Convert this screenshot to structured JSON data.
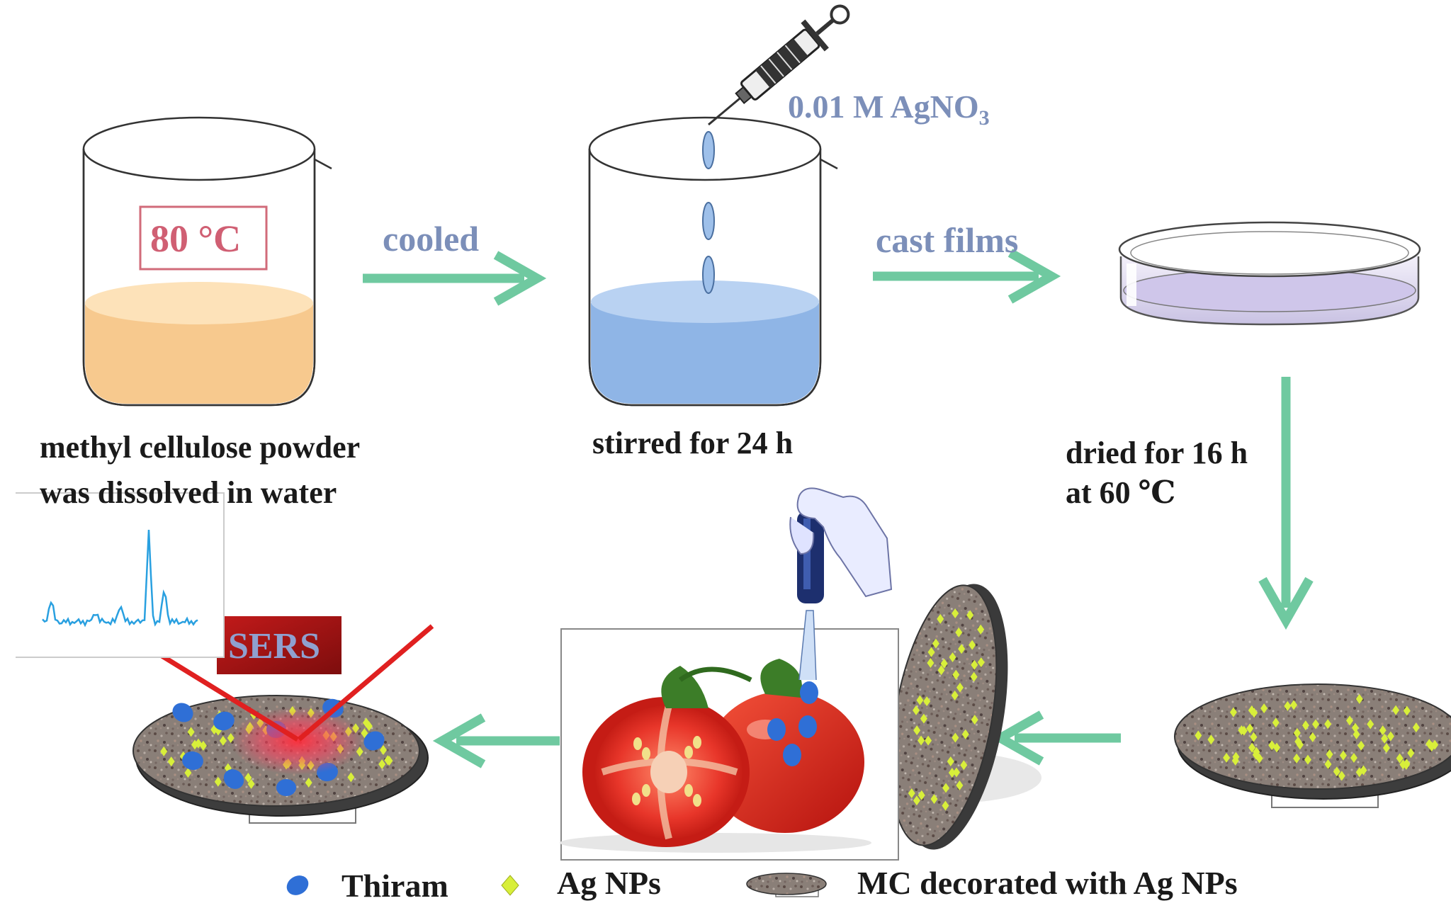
{
  "steps": {
    "heat_temp": "80 °C",
    "dissolve_line1": "methyl cellulose powder",
    "dissolve_line2": "was dissolved in water",
    "cooled": "cooled",
    "reagent_prefix": "0.01 M AgNO",
    "reagent_sub": "3",
    "stirred": "stirred for 24 h",
    "cast": "cast films",
    "dried_line1": "dried for 16 h",
    "dried_line2": "at 60 ℃",
    "sers": "SERS"
  },
  "legend": {
    "thiram": "Thiram",
    "agnps": "Ag NPs",
    "mc": "MC decorated with Ag NPs"
  },
  "colors": {
    "arrow": "#6fc9a0",
    "orange_liquid": "#f7c98e",
    "blue_liquid": "#8fb5e6",
    "step_text": "#7c8fb9",
    "thiram": "#2f6fd6",
    "agnp": "#d8ef3a",
    "sers_box": "#a81616",
    "laser": "#e02020",
    "spectrum": "#29a0e0",
    "tomato": "#e0261e"
  },
  "icons": [
    "beaker-icon",
    "syringe-icon",
    "petri-dish-icon",
    "pipette-icon",
    "glove-hand-icon",
    "tomato-icon",
    "film-disc-icon",
    "spectrum-icon",
    "laser-beam-icon"
  ]
}
